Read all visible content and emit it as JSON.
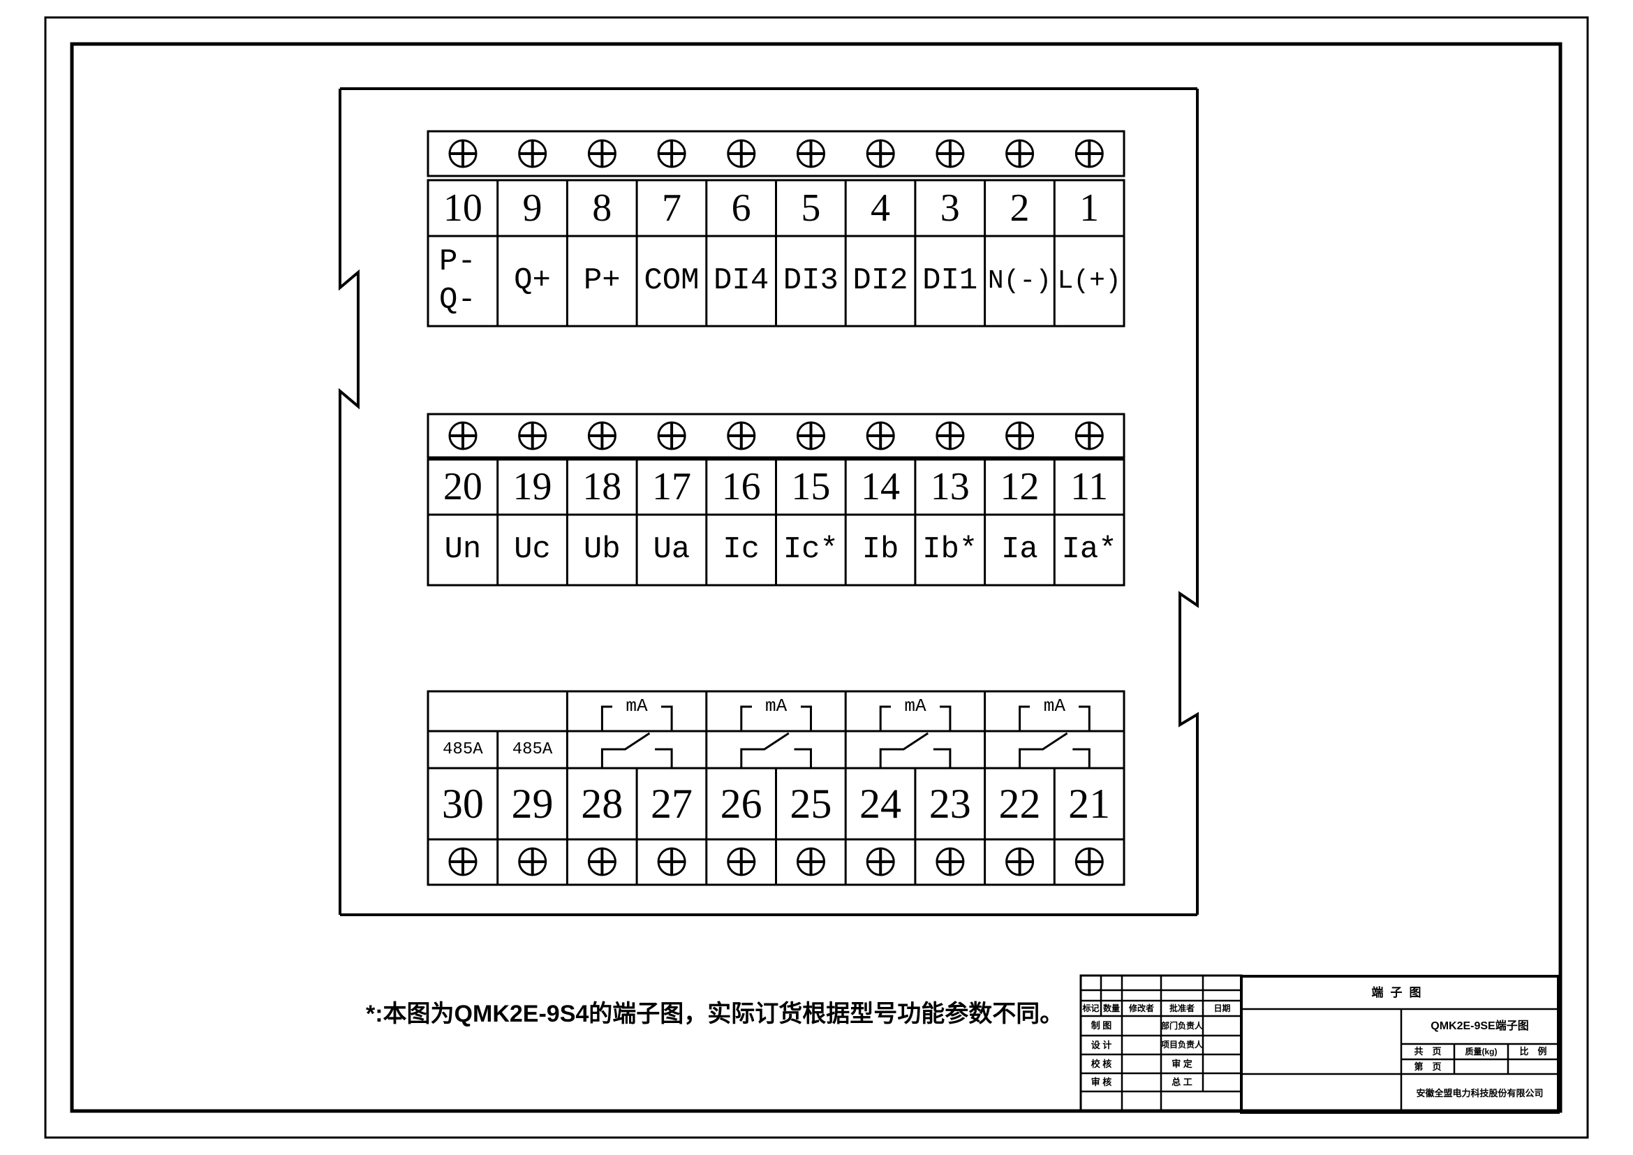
{
  "device": {
    "top_row": {
      "numbers": [
        "10",
        "9",
        "8",
        "7",
        "6",
        "5",
        "4",
        "3",
        "2",
        "1"
      ],
      "labels": [
        "P-\nQ-",
        "Q+",
        "P+",
        "COM",
        "DI4",
        "DI3",
        "DI2",
        "DI1",
        "N(-)",
        "L(+)"
      ]
    },
    "middle_row": {
      "numbers": [
        "20",
        "19",
        "18",
        "17",
        "16",
        "15",
        "14",
        "13",
        "12",
        "11"
      ],
      "labels": [
        "Un",
        "Uc",
        "Ub",
        "Ua",
        "Ic",
        "Ic*",
        "Ib",
        "Ib*",
        "Ia",
        "Ia*"
      ]
    },
    "bottom_row": {
      "numbers": [
        "30",
        "29",
        "28",
        "27",
        "26",
        "25",
        "24",
        "23",
        "22",
        "21"
      ],
      "rs485_labels": [
        "485A",
        "485A"
      ],
      "ma_label": "mA"
    }
  },
  "note": "*:本图为QMK2E-9S4的端子图，实际订货根据型号功能参数不同。",
  "title_block": {
    "revision_columns": [
      "标记",
      "数量",
      "修改者",
      "批准者",
      "日期"
    ],
    "sign_rows": [
      {
        "left": "制 图",
        "right": "部门负责人"
      },
      {
        "left": "设 计",
        "right": "项目负责人"
      },
      {
        "left": "校 核",
        "right": "审 定"
      },
      {
        "left": "审 核",
        "right": "总 工"
      }
    ],
    "sheet_title": "端子图",
    "drawing_title": "QMK2E-9SE端子图",
    "fields": {
      "total_pages": "共　页",
      "mass": "质量(kg)",
      "scale": "比　例",
      "page": "第　页"
    },
    "company": "安徽全盟电力科技股份有限公司"
  },
  "colors": {
    "line": "#000000",
    "background": "#ffffff"
  }
}
